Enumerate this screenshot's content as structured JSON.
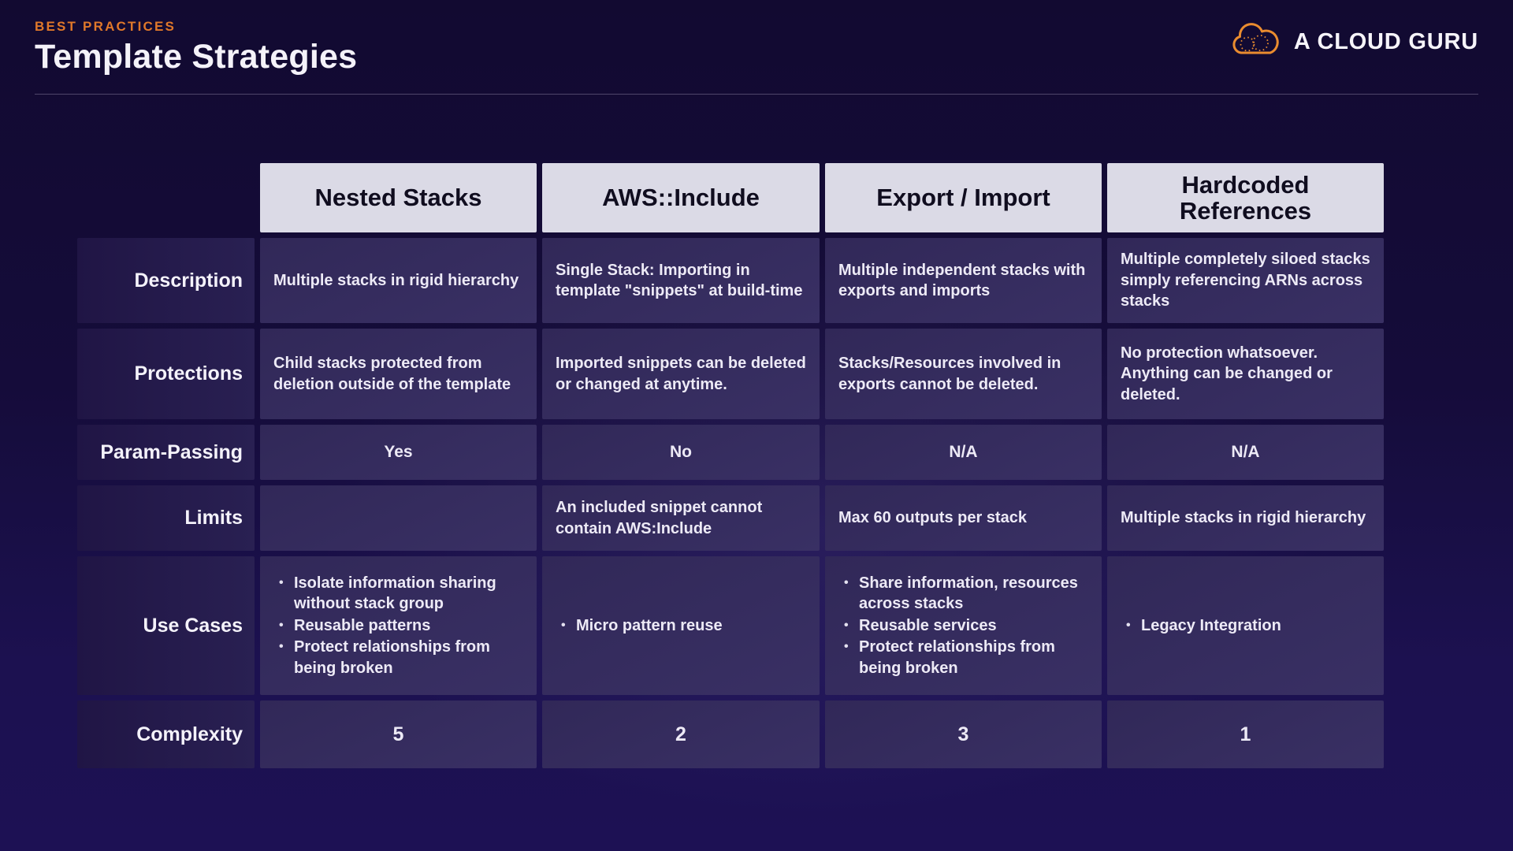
{
  "header": {
    "eyebrow": "BEST PRACTICES",
    "title": "Template Strategies",
    "logo_text": "A CLOUD GURU"
  },
  "colors": {
    "accent_orange": "#e0782a",
    "header_cell_bg": "#dbdae6",
    "body_cell_bg": "#362d60",
    "label_cell_bg": "#251b4e",
    "page_bg_top": "#120a31",
    "page_bg_bottom": "#1d1154",
    "text_light": "#f4f2f9",
    "text_dark": "#100d1f"
  },
  "table": {
    "columns": [
      "Nested Stacks",
      "AWS::Include",
      "Export / Import",
      "Hardcoded References"
    ],
    "rows": [
      {
        "label": "Description",
        "style": "text",
        "cells": [
          "Multiple stacks in rigid hierarchy",
          "Single Stack: Importing in template \"snippets\" at build-time",
          "Multiple independent stacks with exports and imports",
          "Multiple completely siloed stacks simply referencing ARNs across stacks"
        ]
      },
      {
        "label": "Protections",
        "style": "text",
        "cells": [
          "Child stacks protected from deletion outside of the template",
          "Imported snippets can be deleted or changed at anytime.",
          "Stacks/Resources involved in exports cannot be deleted.",
          "No protection whatsoever. Anything can be changed or deleted."
        ]
      },
      {
        "label": "Param-Passing",
        "style": "value",
        "cells": [
          "Yes",
          "No",
          "N/A",
          "N/A"
        ]
      },
      {
        "label": "Limits",
        "style": "text",
        "cells": [
          "",
          "An included snippet cannot contain AWS:Include",
          "Max 60 outputs per stack",
          "Multiple stacks in rigid hierarchy"
        ]
      },
      {
        "label": "Use Cases",
        "style": "list",
        "cells": [
          [
            "Isolate information sharing without stack group",
            "Reusable patterns",
            "Protect relationships from being broken"
          ],
          [
            "Micro pattern reuse"
          ],
          [
            "Share information, resources across stacks",
            "Reusable services",
            "Protect relationships from being broken"
          ],
          [
            "Legacy Integration"
          ]
        ]
      },
      {
        "label": "Complexity",
        "style": "number",
        "cells": [
          "5",
          "2",
          "3",
          "1"
        ]
      }
    ]
  }
}
